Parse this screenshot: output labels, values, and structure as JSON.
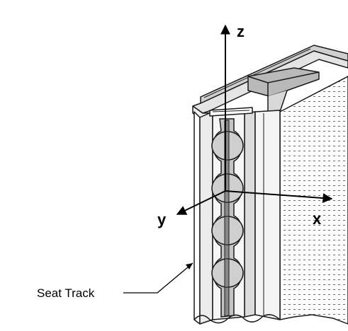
{
  "diagram": {
    "axes": {
      "z": "z",
      "y": "y",
      "x": "x"
    },
    "callout_label": "Seat Track",
    "colors": {
      "line": "#1a1a1a",
      "fill_light": "#ececec",
      "fill_mid": "#d6d6d6",
      "fill_dark": "#b4b4b4",
      "background": "#ffffff"
    }
  }
}
